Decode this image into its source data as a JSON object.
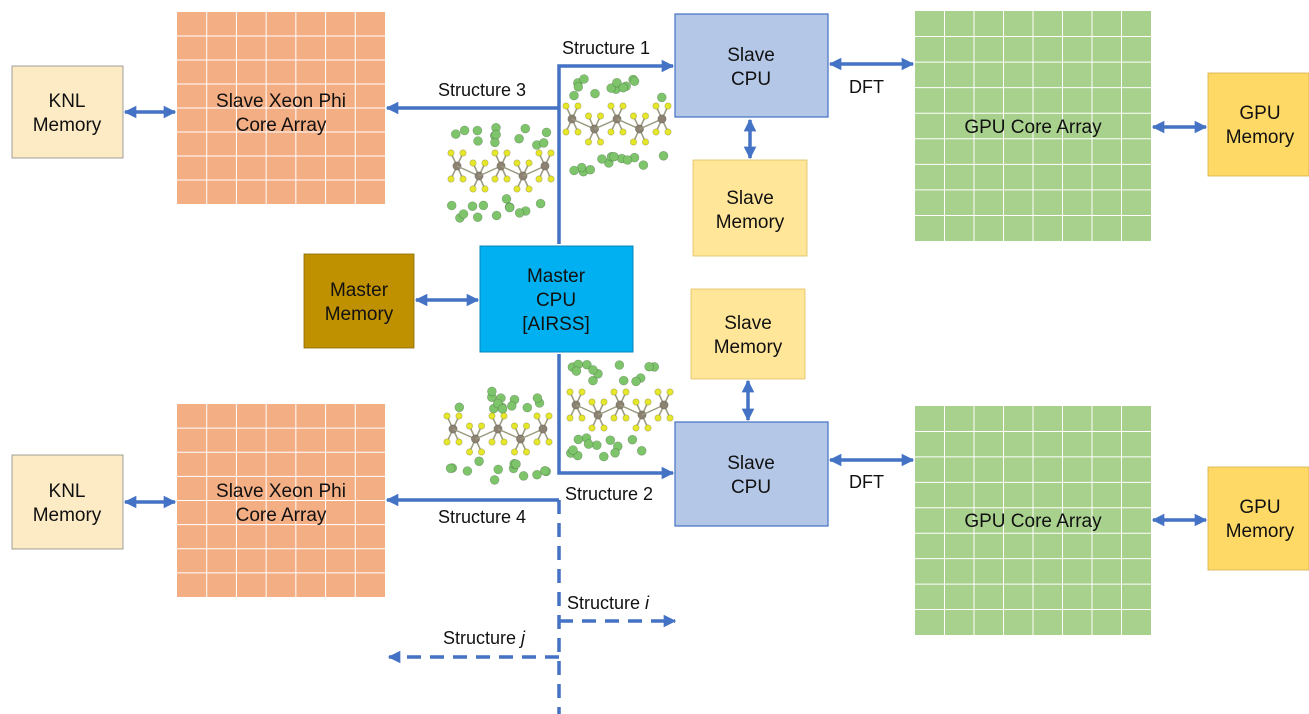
{
  "colors": {
    "arrow": "#4472C4",
    "knl_memory": "#FCEBC4",
    "xeon_array": "#F4AE84",
    "slave_cpu": "#B4C7E7",
    "slave_memory": "#FFE699",
    "gpu_array": "#A9D18E",
    "gpu_memory": "#FFD966",
    "master_memory": "#BF9000",
    "master_cpu": "#00B0F0",
    "grid_line": "#ffffff",
    "atom_green": "#7DC46B",
    "atom_yellow": "#E6E62A",
    "atom_gray": "#8C8272"
  },
  "boxes": {
    "knl_memory_top": [
      "KNL",
      "Memory"
    ],
    "xeon_top": [
      "Slave Xeon Phi",
      "Core Array"
    ],
    "slave_cpu_top": [
      "Slave",
      "CPU"
    ],
    "slave_memory_top": [
      "Slave",
      "Memory"
    ],
    "gpu_array_top": [
      "GPU Core Array"
    ],
    "gpu_memory_top": [
      "GPU",
      "Memory"
    ],
    "master_memory": [
      "Master",
      "Memory"
    ],
    "master_cpu": [
      "Master",
      "CPU",
      "[AIRSS]"
    ],
    "knl_memory_bottom": [
      "KNL",
      "Memory"
    ],
    "xeon_bottom": [
      "Slave Xeon Phi",
      "Core Array"
    ],
    "slave_cpu_bottom": [
      "Slave",
      "CPU"
    ],
    "slave_memory_bottom": [
      "Slave",
      "Memory"
    ],
    "gpu_array_bottom": [
      "GPU Core Array"
    ],
    "gpu_memory_bottom": [
      "GPU",
      "Memory"
    ]
  },
  "labels": {
    "structure_1": "Structure 1",
    "structure_2": "Structure 2",
    "structure_3": "Structure 3",
    "structure_4": "Structure 4",
    "structure_i_prefix": "Structure ",
    "structure_i_var": "i",
    "structure_j_prefix": "Structure ",
    "structure_j_var": "j",
    "dft_top": "DFT",
    "dft_bottom": "DFT"
  }
}
